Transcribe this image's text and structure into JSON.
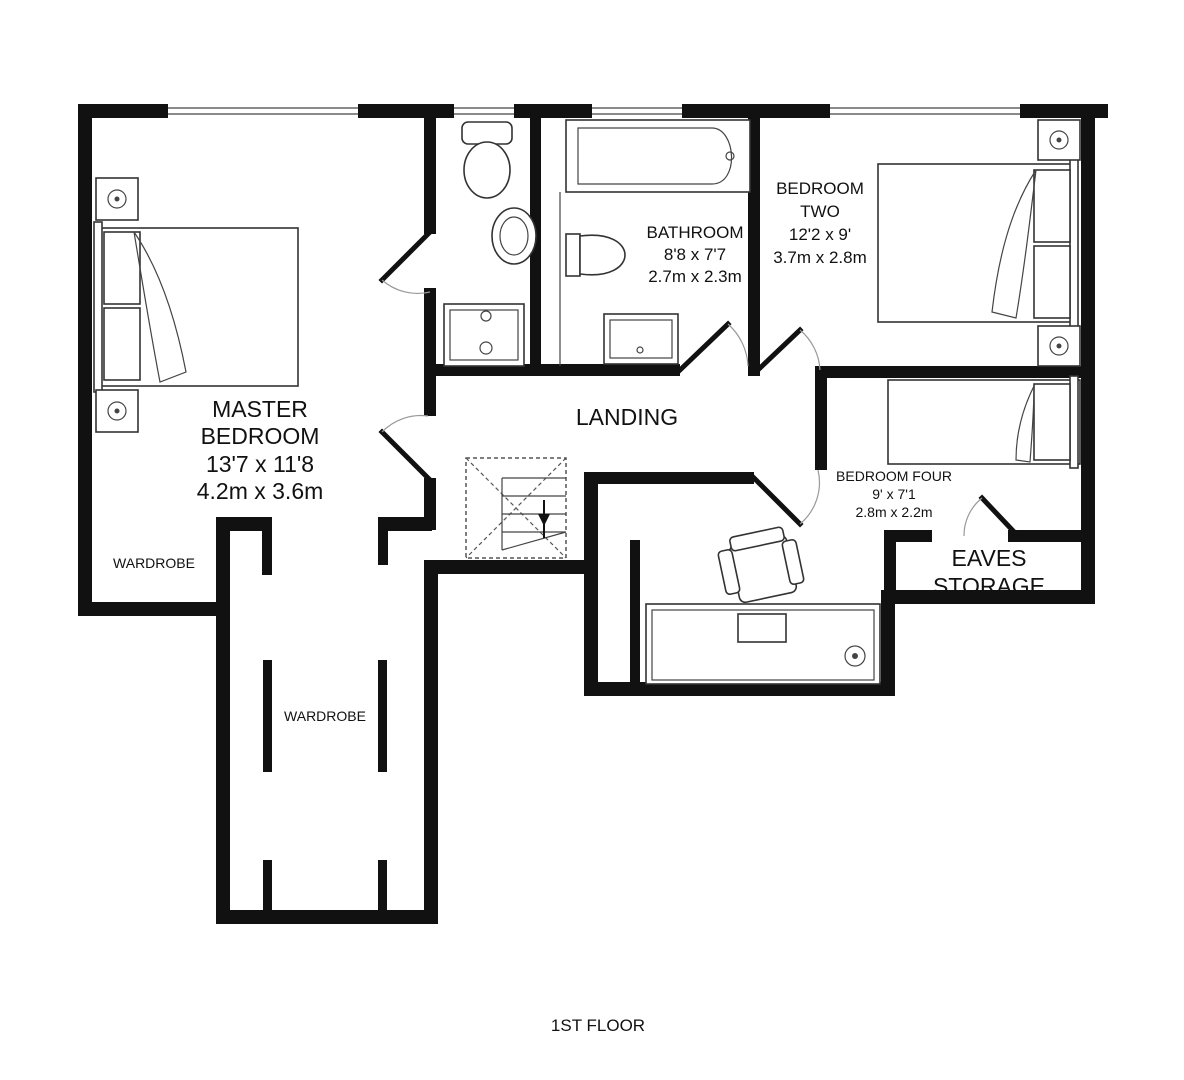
{
  "plan": {
    "floor_label": "1ST FLOOR",
    "rooms": {
      "master": {
        "line1": "MASTER",
        "line2": "BEDROOM",
        "imperial": "13'7 x 11'8",
        "metric": "4.2m x 3.6m"
      },
      "bathroom": {
        "name": "BATHROOM",
        "imperial": "8'8 x 7'7",
        "metric": "2.7m x 2.3m"
      },
      "bedroom_two": {
        "line1": "BEDROOM",
        "line2": "TWO",
        "imperial": "12'2 x 9'",
        "metric": "3.7m x 2.8m"
      },
      "landing": {
        "name": "LANDING"
      },
      "bedroom_four": {
        "name": "BEDROOM FOUR",
        "imperial": "9' x 7'1",
        "metric": "2.8m x 2.2m"
      },
      "eaves": {
        "line1": "EAVES",
        "line2": "STORAGE"
      },
      "wardrobe_side": {
        "name": "WARDROBE"
      },
      "wardrobe_walkin": {
        "name": "WARDROBE"
      }
    }
  }
}
